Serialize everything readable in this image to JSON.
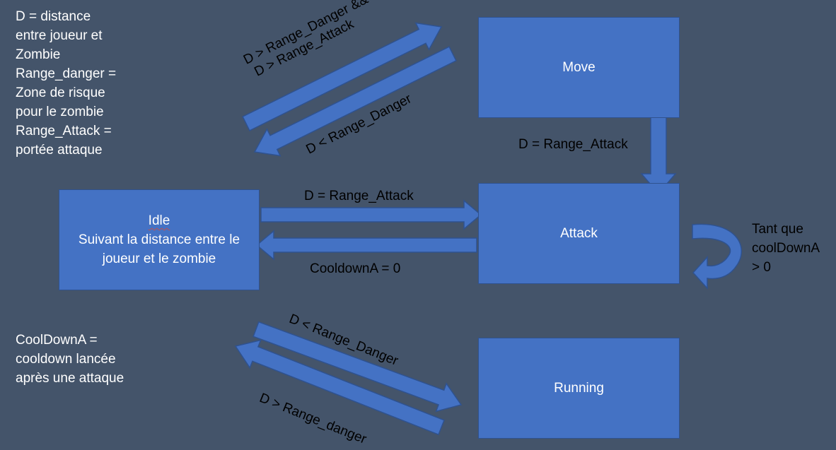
{
  "notes": {
    "legend_top": [
      {
        "key": "D",
        "text": " = distance"
      },
      {
        "key": "",
        "text": "entre joueur et"
      },
      {
        "key": "",
        "text": "Zombie"
      },
      {
        "key": "Range_danger",
        "text": " ="
      },
      {
        "key": "",
        "text": "Zone de risque"
      },
      {
        "key": "",
        "text": "pour le zombie"
      },
      {
        "key": "Range_Attack",
        "text": " ="
      },
      {
        "key": "",
        "text": "portée attaque"
      }
    ],
    "legend_bottom": [
      {
        "key": "CoolDownA",
        "text": " ="
      },
      {
        "key": "",
        "text": "cooldown lancée"
      },
      {
        "key": "",
        "text": "après une attaque"
      }
    ]
  },
  "states": {
    "move": "Move",
    "idle_title": "Idle",
    "idle_line1": "Suivant la distance entre le",
    "idle_line2": "joueur et le zombie",
    "attack": "Attack",
    "running": "Running"
  },
  "transitions": {
    "idle_to_move_line1": "D > Range_Danger &&",
    "idle_to_move_line2": "D > Range_Attack",
    "move_to_idle": "D < Range_Danger",
    "move_to_attack": "D = Range_Attack",
    "idle_to_attack": "D = Range_Attack",
    "attack_to_idle": "CooldownA = 0",
    "attack_self_line1": "Tant que",
    "attack_self_line2": "coolDownA",
    "attack_self_line3": "> 0",
    "idle_to_running": "D < Range_Danger",
    "running_to_idle": "D > Range_danger"
  },
  "colors": {
    "background": "#44546a",
    "state_fill": "#4472c4",
    "arrow_fill": "#4472c4",
    "arrow_stroke": "#2f528f"
  }
}
